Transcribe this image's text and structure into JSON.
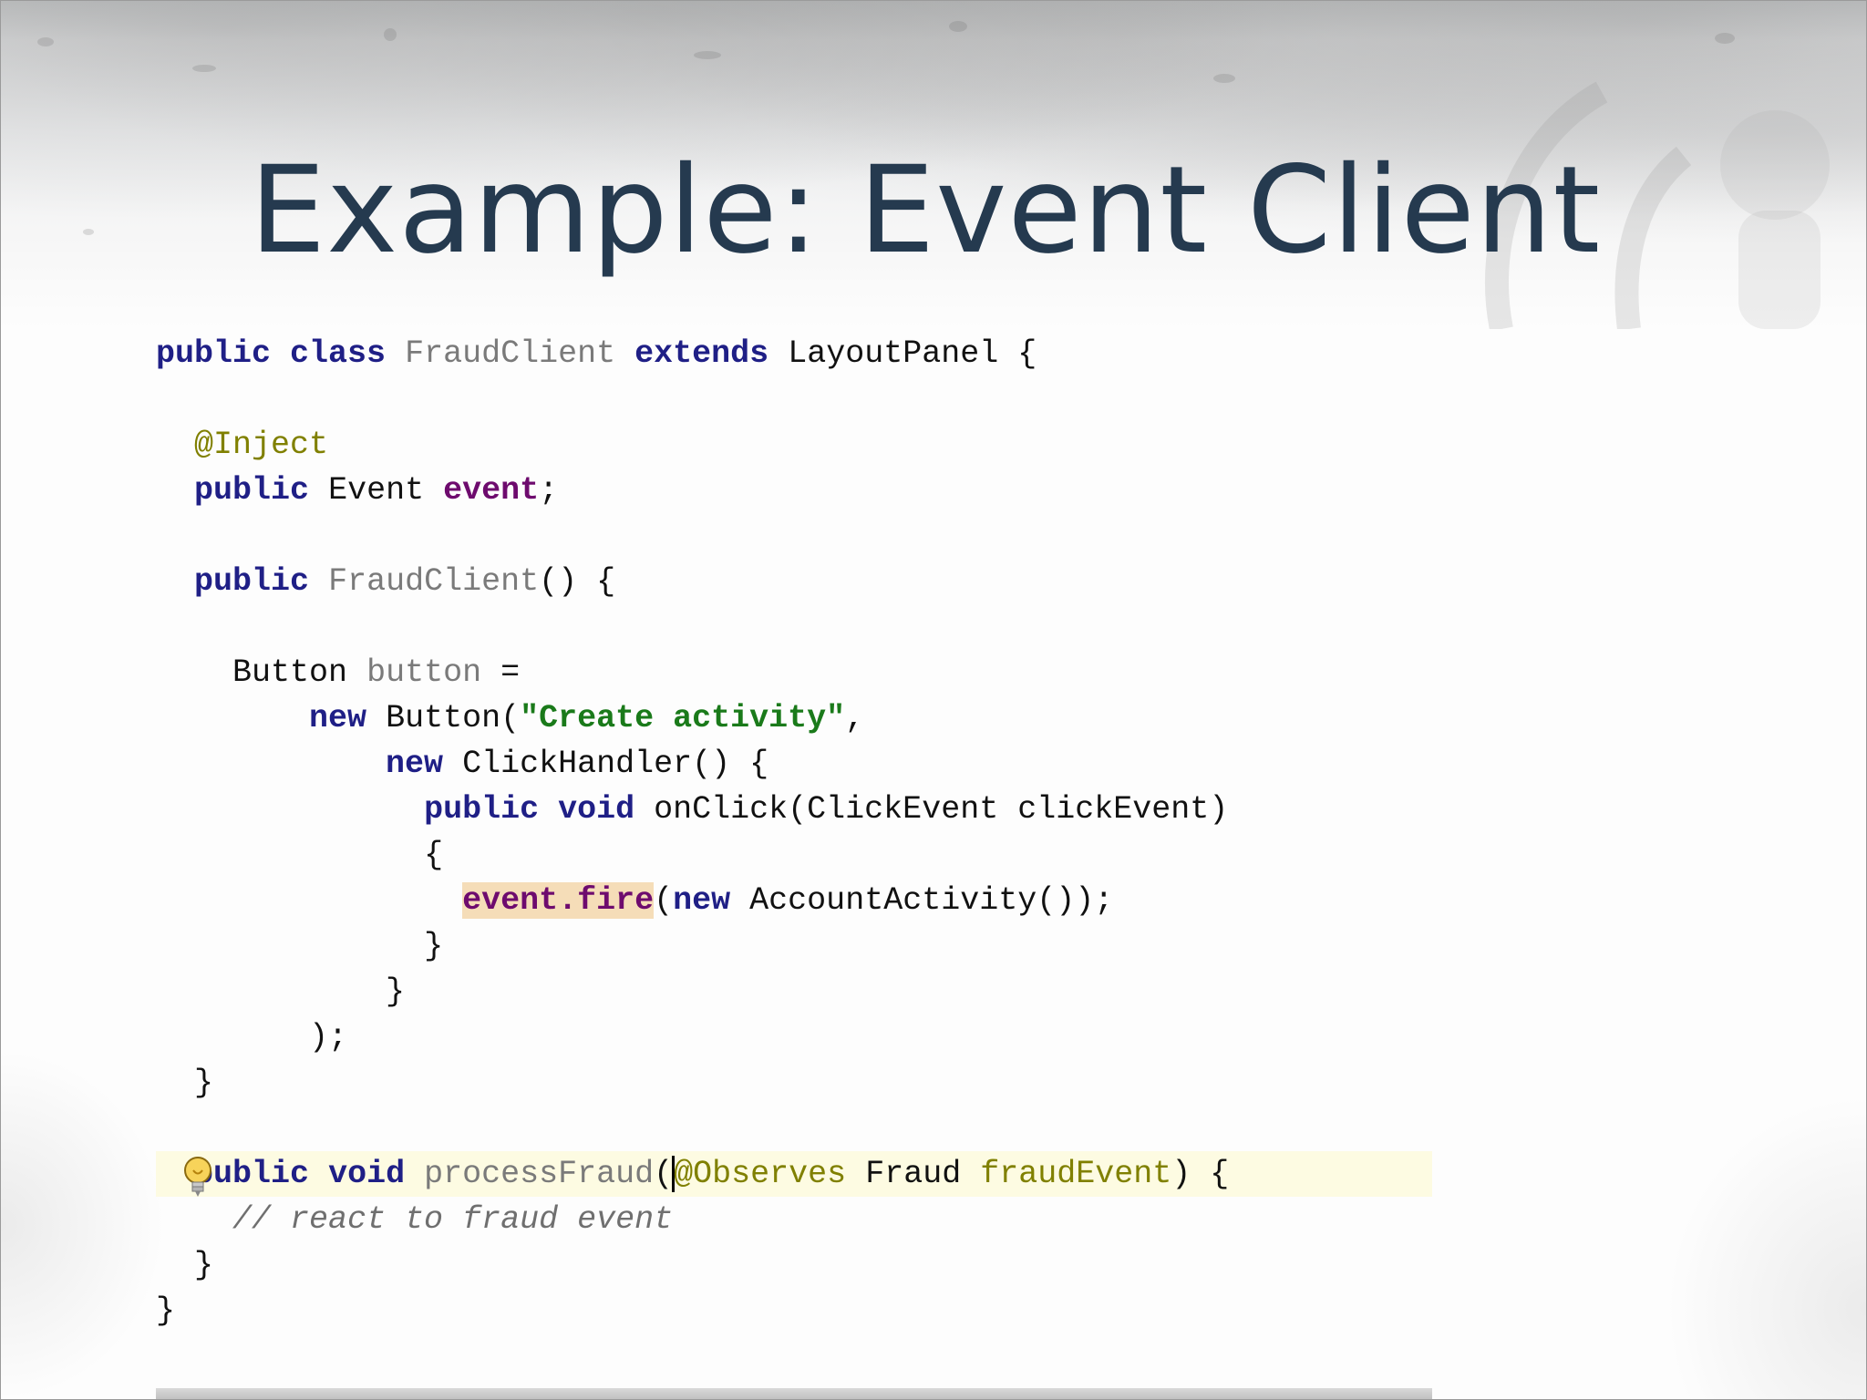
{
  "slide": {
    "title": "Example: Event Client"
  },
  "code": {
    "l1": {
      "kw1": "public",
      "kw2": "class",
      "name": "FraudClient",
      "kw3": "extends",
      "rest": "LayoutPanel {"
    },
    "l3": {
      "ann": "@Inject"
    },
    "l4": {
      "kw": "public",
      "type": "Event",
      "field": "event",
      "end": ";"
    },
    "l6": {
      "kw": "public",
      "name": "FraudClient",
      "rest": "() {"
    },
    "l8": {
      "type": "Button",
      "var": "button",
      "rest": " ="
    },
    "l9": {
      "kw": "new",
      "call": "Button(",
      "str": "\"Create activity\"",
      "rest": ","
    },
    "l10": {
      "kw": "new",
      "rest": "ClickHandler() {"
    },
    "l11": {
      "kw1": "public",
      "kw2": "void",
      "rest": "onClick(ClickEvent clickEvent)"
    },
    "l12": {
      "rest": "{"
    },
    "l13": {
      "field": "event",
      "method": ".fire",
      "open": "(",
      "kw": "new",
      "rest": "AccountActivity());"
    },
    "l14": {
      "rest": "}"
    },
    "l15": {
      "rest": "}"
    },
    "l16": {
      "rest": ");"
    },
    "l17": {
      "rest": "}"
    },
    "l19": {
      "kw1": "public",
      "kw2": "void",
      "name": "processFraud",
      "open": "(",
      "ann": "@Observes",
      "type": "Fraud",
      "param": "fraudEvent",
      "rest": ") {"
    },
    "l20": {
      "cmt": "// react to fraud event"
    },
    "l21": {
      "rest": "}"
    },
    "l22": {
      "rest": "}"
    }
  },
  "icons": {
    "bulb": "lightbulb-icon"
  }
}
